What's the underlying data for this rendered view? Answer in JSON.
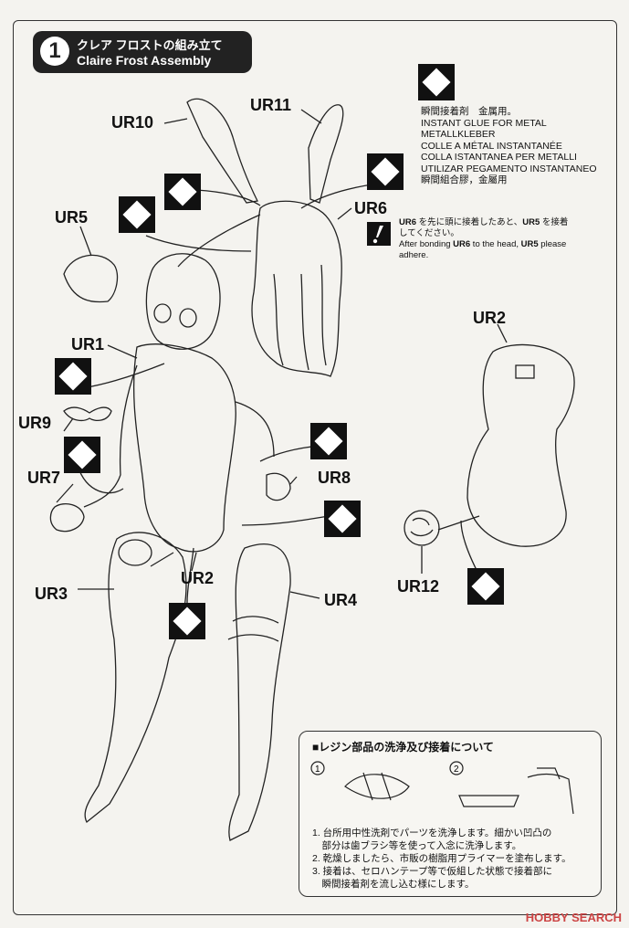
{
  "title": {
    "number": "1",
    "jp": "クレア フロストの組み立て",
    "en": "Claire Frost Assembly"
  },
  "parts": {
    "ur10": "UR10",
    "ur11": "UR11",
    "ur5": "UR5",
    "ur6": "UR6",
    "ur1": "UR1",
    "ur9": "UR9",
    "ur7": "UR7",
    "ur8": "UR8",
    "ur3": "UR3",
    "ur2_a": "UR2",
    "ur2_b": "UR2",
    "ur4": "UR4",
    "ur12": "UR12"
  },
  "glue_legend": [
    "瞬間接着剤　金属用。",
    "INSTANT GLUE FOR METAL",
    "METALLKLEBER",
    "COLLE A MÉTAL INSTANTANÉE",
    "COLLA ISTANTANEA PER METALLI",
    "UTILIZAR PEGAMENTO INSTANTANEO",
    "瞬間組合膠，金屬用"
  ],
  "note": {
    "jp_part1": "UR6",
    "jp_rest1": " を先に頭に接着したあと、",
    "jp_part2": "UR5",
    "jp_rest2": " を接着",
    "jp_line2": "してください。",
    "en_line1_a": "After bonding ",
    "en_part1": "UR6",
    "en_line1_b": " to the head, ",
    "en_part2": "UR5",
    "en_line1_c": " please",
    "en_line2": "adhere."
  },
  "panel": {
    "title": "■レジン部品の洗浄及び接着について",
    "steps": [
      "1. 台所用中性洗剤でパーツを洗浄します。細かい凹凸の",
      "　部分は歯ブラシ等を使って入念に洗浄します。",
      "2. 乾燥しましたら、市販の樹脂用プライマーを塗布します。",
      "3. 接着は、セロハンテープ等で仮組した状態で接着部に",
      "　瞬間接着剤を流し込む様にします。"
    ],
    "step1_num": "1",
    "step2_num": "2"
  },
  "watermark": "HOBBY SEARCH"
}
